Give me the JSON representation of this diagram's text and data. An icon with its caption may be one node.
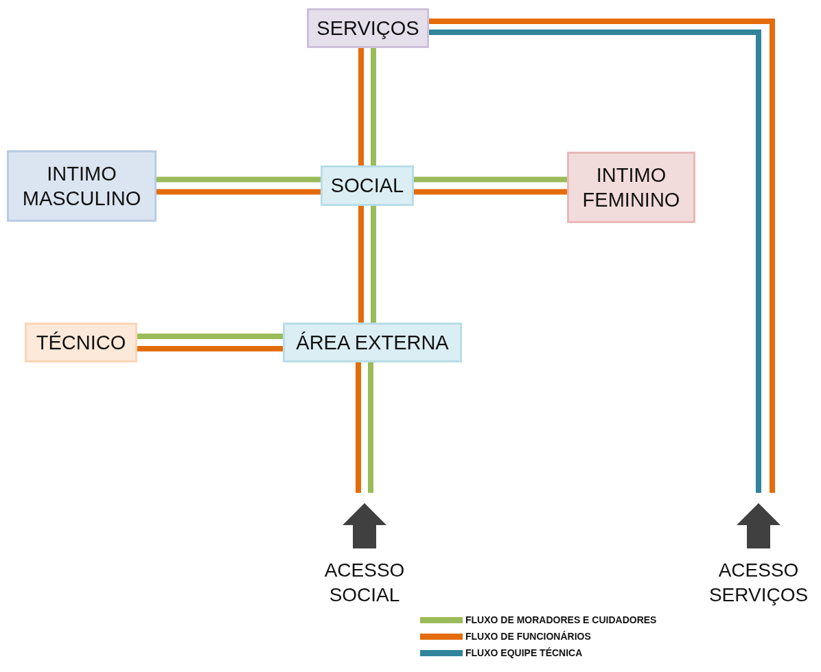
{
  "diagram": {
    "nodes": [
      {
        "text": [
          "SERVIÇOS"
        ]
      },
      {
        "text": [
          "INTIMO MASCULINO"
        ]
      },
      {
        "text": [
          "SOCIAL"
        ]
      },
      {
        "text": [
          "INTIMO FEMININO"
        ]
      },
      {
        "text": [
          "TÉCNICO"
        ]
      },
      {
        "text": [
          "ÁREA EXTERNA"
        ]
      },
      {
        "text": [
          "ACESSO SOCIAL"
        ]
      },
      {
        "text": [
          "ACESSO SERVIÇOS"
        ]
      }
    ],
    "edges": [
      {
        "from": 0,
        "to": 2,
        "arrow": "none"
      },
      {
        "from": 0,
        "to": 2,
        "arrow": "none",
        "color": "#9bbb59"
      },
      {
        "from": 1,
        "to": 2,
        "arrow": "none",
        "color": "#9bbb59"
      },
      {
        "from": 1,
        "to": 2,
        "arrow": "none"
      },
      {
        "from": 2,
        "to": 3,
        "arrow": "none",
        "color": "#9bbb59"
      },
      {
        "from": 2,
        "to": 3,
        "arrow": "none"
      },
      {
        "from": 2,
        "to": 5,
        "arrow": "none"
      },
      {
        "from": 2,
        "to": 5,
        "arrow": "none",
        "color": "#9bbb59"
      },
      {
        "from": 4,
        "to": 5,
        "arrow": "none",
        "color": "#9bbb59"
      },
      {
        "from": 4,
        "to": 5,
        "arrow": "none"
      },
      {
        "from": 5,
        "to": 6,
        "arrow": "none"
      },
      {
        "from": 5,
        "to": 6,
        "arrow": "none",
        "color": "#9bbb59"
      },
      {
        "from": 0,
        "to": 7,
        "arrow": "none"
      },
      {
        "from": 0,
        "to": 7,
        "arrow": "none",
        "color": "#31849b"
      }
    ],
    "legend": [
      {
        "text": "FLUXO DE MORADORES E CUIDADORES",
        "color": "#9bbb59"
      },
      {
        "text": "FLUXO DE FUNCIONÁRIOS",
        "color": "#e46c0a"
      },
      {
        "text": "FLUXO EQUIPE TÉCNICA",
        "color": "#31849b"
      }
    ]
  }
}
